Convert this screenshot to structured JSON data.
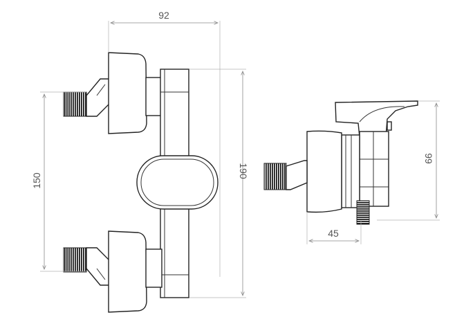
{
  "dimensions": {
    "front_width": "92",
    "front_height": "190",
    "inlet_spacing": "150",
    "side_height": "99",
    "side_depth": "45"
  },
  "colors": {
    "line": "#222222",
    "dimension": "#8a8a8a",
    "thread": "#1a1a1a"
  }
}
